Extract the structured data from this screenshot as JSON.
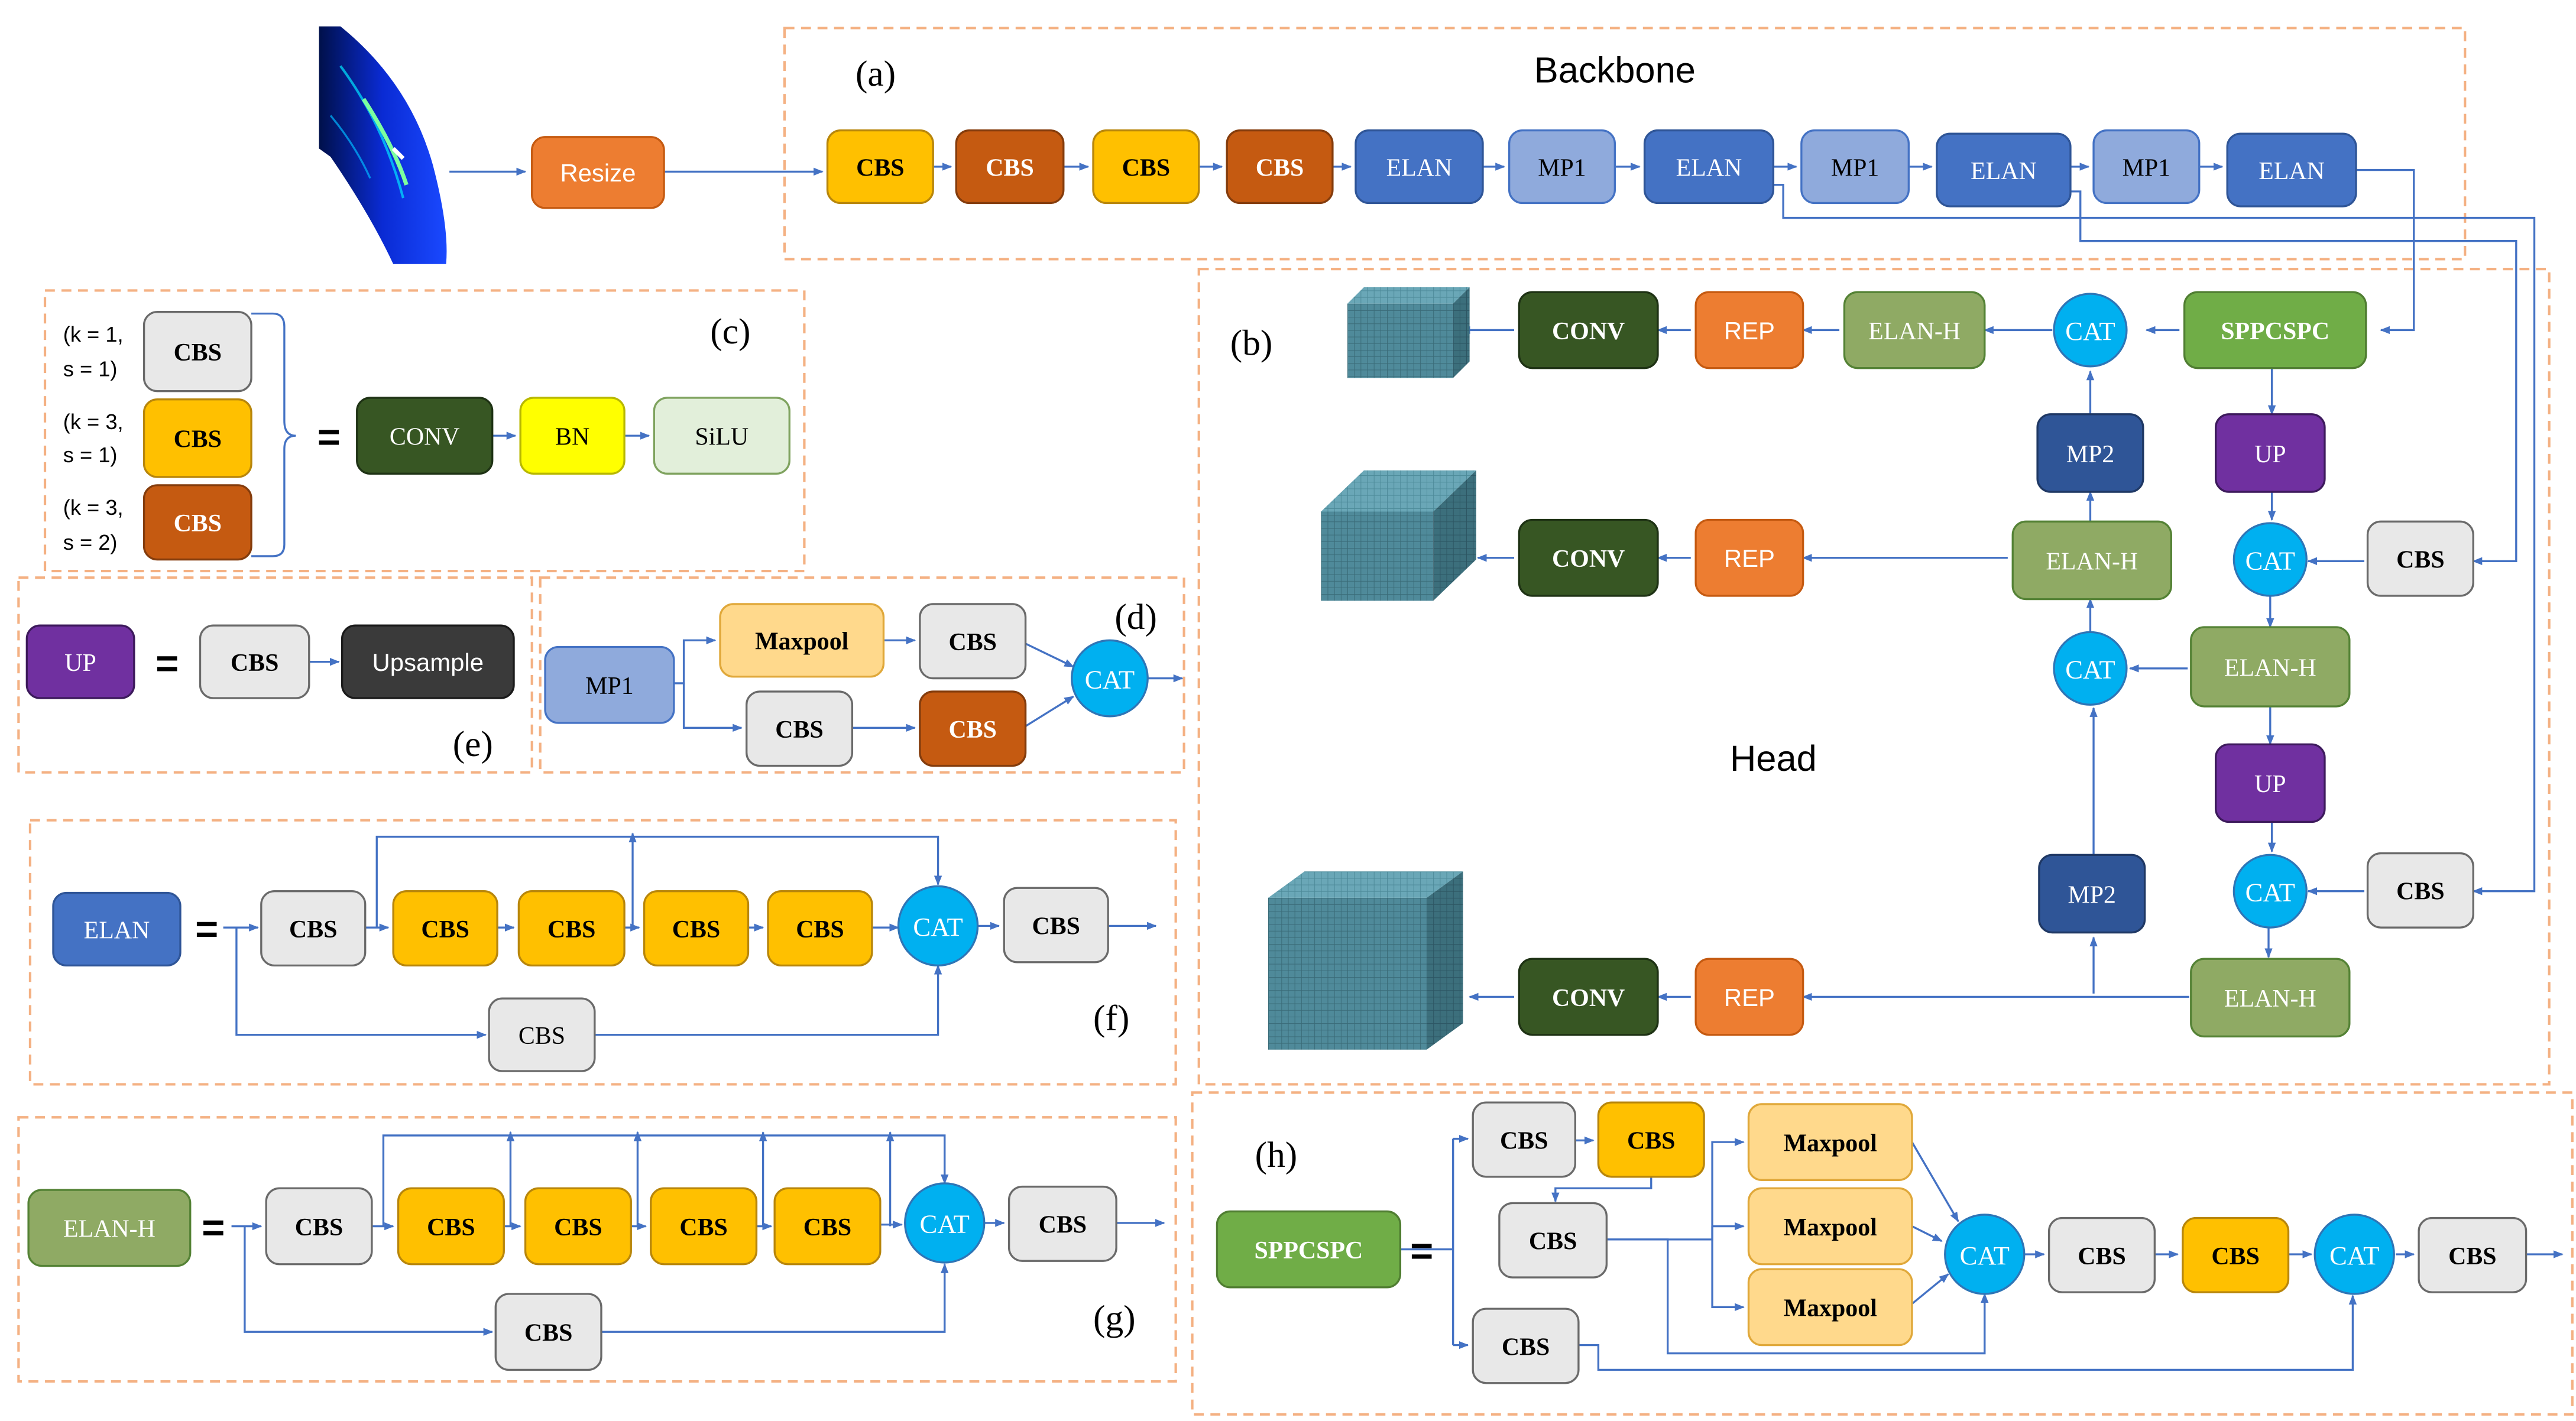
{
  "colors": {
    "cbs_light": "#e8e8e8",
    "cbs_yellow": "#ffc000",
    "cbs_orange": "#c55a11",
    "elan": "#4472c4",
    "mp1": "#8faadc",
    "resize": "#ed7d31",
    "rep": "#ed7d31",
    "elan_h": "#8faa64",
    "sppcspc": "#70ad47",
    "up": "#7030a0",
    "mp2": "#2f5597",
    "conv": "#375623",
    "bn": "#ffff00",
    "silu": "#e2efda",
    "maxpool": "#ffd98c",
    "upsample": "#3a3a3a",
    "cat": "#00b0f0",
    "arrow": "#4472c4",
    "dash": "#f4b183"
  },
  "labels": {
    "backbone": "Backbone",
    "head": "Head",
    "a": "(a)",
    "b": "(b)",
    "c": "(c)",
    "d": "(d)",
    "e": "(e)",
    "f": "(f)",
    "g": "(g)",
    "h": "(h)",
    "equals": "=",
    "k1a": "(k = 1,",
    "k1b": "s = 1)",
    "k2a": "(k = 3,",
    "k2b": "s = 1)",
    "k3a": "(k = 3,",
    "k3b": "s = 2)"
  },
  "nodes": {
    "resize": "Resize",
    "cbs": "CBS",
    "elan": "ELAN",
    "mp1": "MP1",
    "mp2": "MP2",
    "conv": "CONV",
    "rep": "REP",
    "elan_h": "ELAN-H",
    "cat": "CAT",
    "sppcspc": "SPPCSPC",
    "up": "UP",
    "bn": "BN",
    "silu": "SiLU",
    "maxpool": "Maxpool",
    "upsample": "Upsample"
  }
}
